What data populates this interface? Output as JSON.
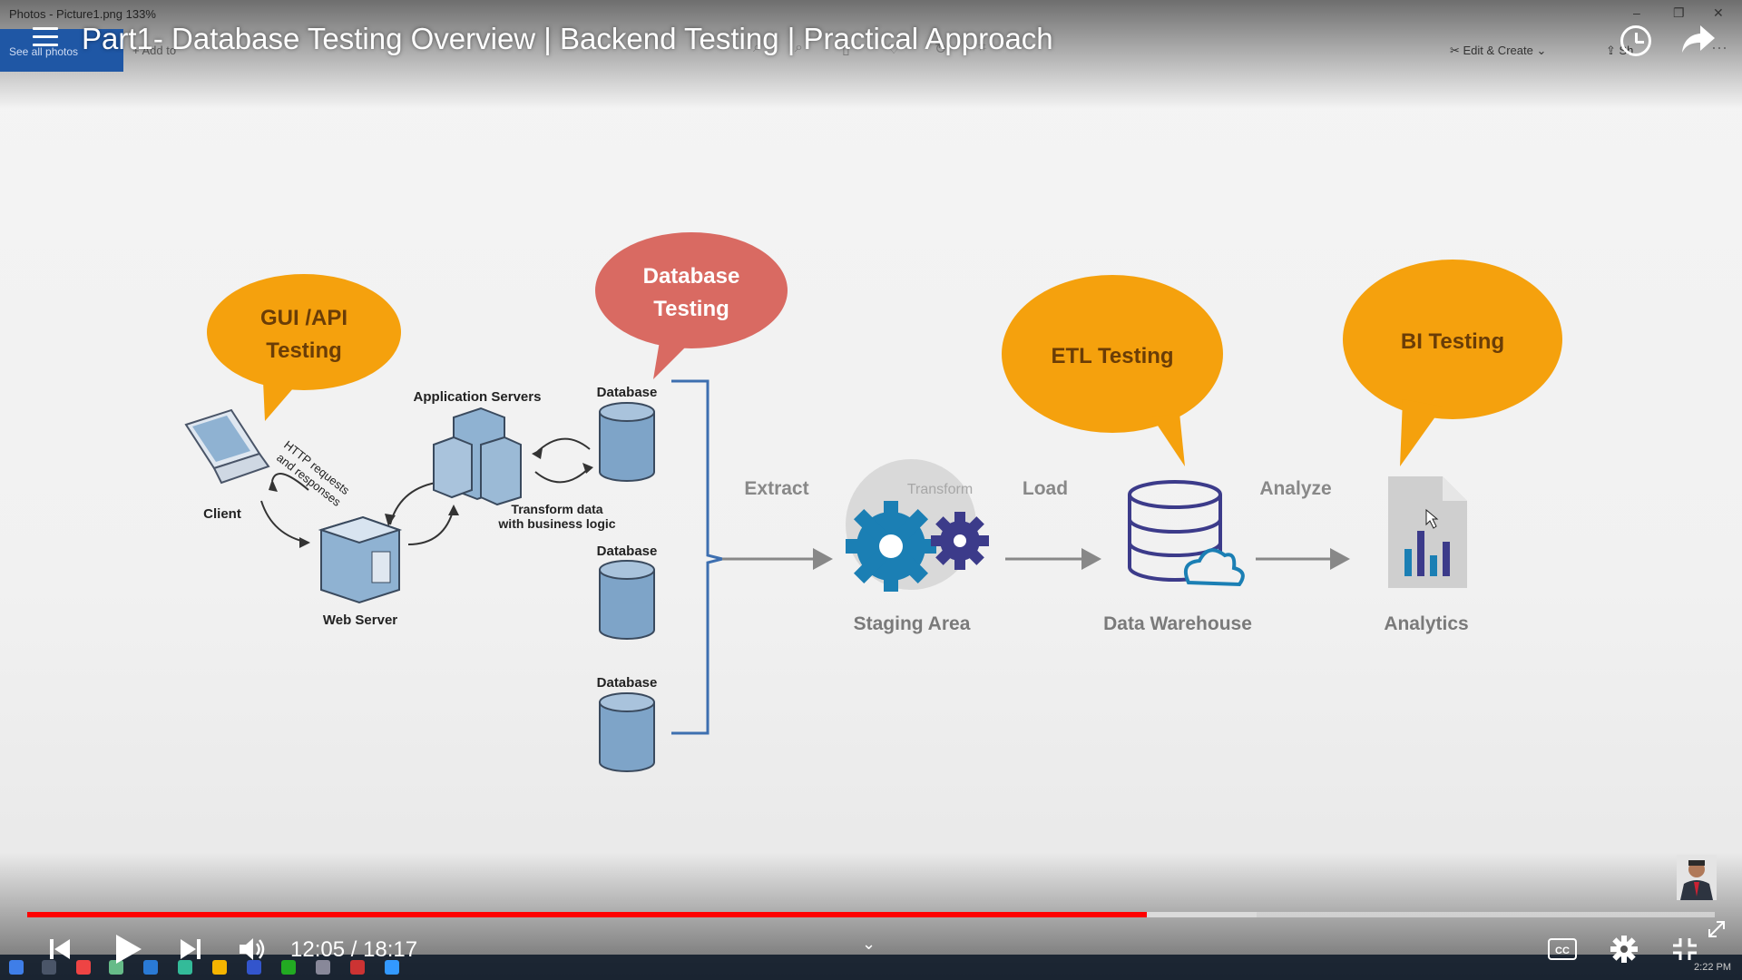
{
  "photos_app": {
    "title": "Photos - Picture1.png   133%",
    "see_all": "See all photos",
    "add_to": "Add to",
    "edit_create": "Edit & Create",
    "share": "Sh"
  },
  "player": {
    "video_title": "Part1- Database Testing Overview | Backend Testing | Practical Approach",
    "time_display": "12:05 / 18:17",
    "played_fraction": 0.6633,
    "buffered_fraction": 0.7286,
    "taskbar_clock": "2:22 PM"
  },
  "diagram": {
    "bubbles": {
      "gui_api_line1": "GUI /API",
      "gui_api_line2": "Testing",
      "db_line1": "Database",
      "db_line2": "Testing",
      "etl": "ETL Testing",
      "bi": "BI Testing"
    },
    "labels": {
      "app_servers": "Application Servers",
      "http": "HTTP requests",
      "http2": "and responses",
      "client": "Client",
      "web_server": "Web Server",
      "transform1": "Transform data",
      "transform2": "with business logic",
      "database": "Database",
      "extract": "Extract",
      "transform": "Transform",
      "load": "Load",
      "analyze": "Analyze",
      "staging": "Staging Area",
      "warehouse": "Data Warehouse",
      "analytics": "Analytics"
    },
    "colors": {
      "orange": "#f5a10d",
      "red": "#d96a62",
      "blue_cyl": "#7ea4c8",
      "bracket": "#3d6fb0",
      "gear_blue": "#1b7fb4",
      "gear_purple": "#3c3b8a"
    }
  }
}
